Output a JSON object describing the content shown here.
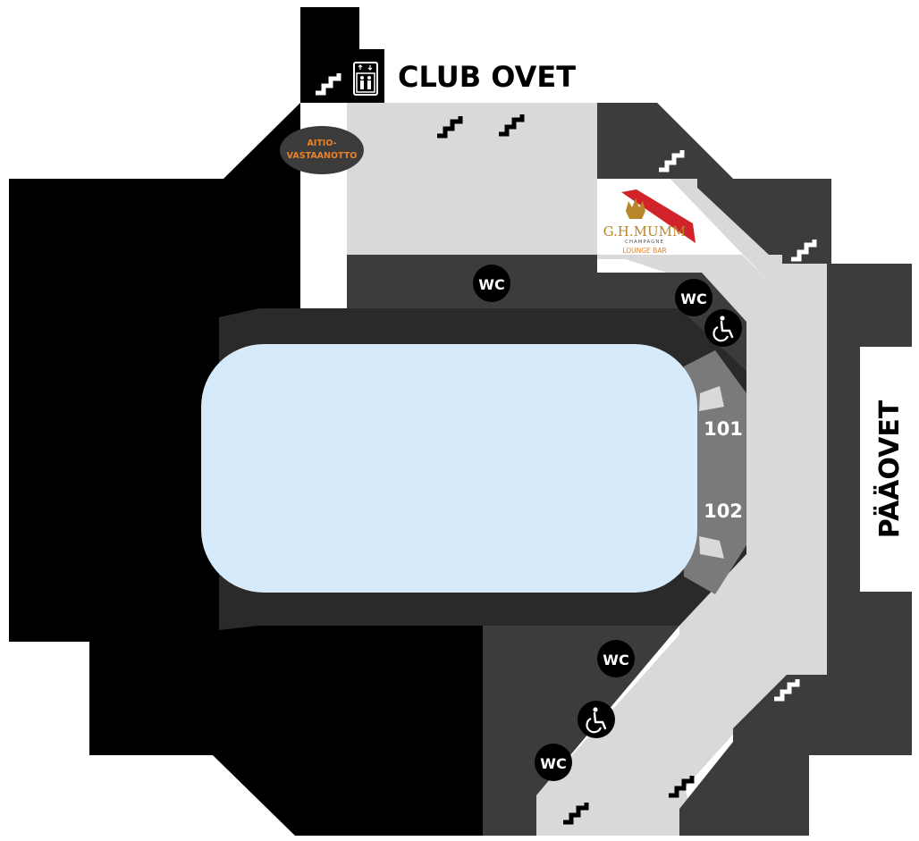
{
  "labels": {
    "club_doors": "CLUB OVET",
    "main_doors": "PÄÄOVET",
    "box_reception_line1": "AITIO-",
    "box_reception_line2": "VASTAANOTTO",
    "section_101": "101",
    "section_102": "102",
    "wc": "WC"
  },
  "brand": {
    "name": "G.H.MUMM",
    "sub": "CHAMPAGNE",
    "venue": "LOUNGE BAR"
  },
  "colors": {
    "black_area": "#000000",
    "dark_area": "#3c3c3c",
    "light_floor": "#d9d9d9",
    "stands": "#2a2a2a",
    "sections": "#7a7a7a",
    "ice": "#d6eafa",
    "accent_orange": "#e8822a",
    "mumm_red": "#d2232a",
    "mumm_gold": "#b8862b"
  },
  "icons": [
    "stairs-icon",
    "elevator-icon",
    "wc-icon",
    "wheelchair-icon"
  ]
}
